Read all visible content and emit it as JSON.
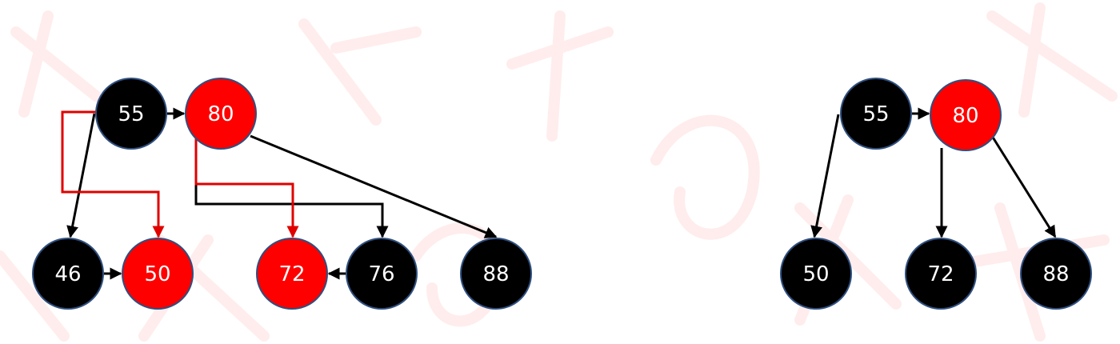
{
  "colors": {
    "node_black": "#000000",
    "node_red": "#ff0000",
    "node_stroke": "#2f4f7f",
    "edge_black": "#000000",
    "edge_red": "#e00000",
    "label": "#ffffff",
    "watermark": "#ff0000"
  },
  "left_tree": {
    "nodes": [
      {
        "id": "L55",
        "label": "55",
        "color": "black"
      },
      {
        "id": "L80",
        "label": "80",
        "color": "red"
      },
      {
        "id": "L46",
        "label": "46",
        "color": "black"
      },
      {
        "id": "L50",
        "label": "50",
        "color": "red"
      },
      {
        "id": "L72",
        "label": "72",
        "color": "red"
      },
      {
        "id": "L76",
        "label": "76",
        "color": "black"
      },
      {
        "id": "L88",
        "label": "88",
        "color": "black"
      }
    ],
    "edges": [
      {
        "from": "L55",
        "to": "L80",
        "color": "black"
      },
      {
        "from": "L46",
        "to": "L50",
        "color": "black"
      },
      {
        "from": "L76",
        "to": "L72",
        "color": "black"
      },
      {
        "from": "L55",
        "to": "L46",
        "color": "black"
      },
      {
        "from": "L80",
        "to": "L88",
        "color": "black"
      },
      {
        "from": "L80",
        "to": "L76",
        "color": "black"
      },
      {
        "from": "L55",
        "to": "L50",
        "color": "red"
      },
      {
        "from": "L80",
        "to": "L72",
        "color": "red"
      }
    ]
  },
  "right_tree": {
    "nodes": [
      {
        "id": "R55",
        "label": "55",
        "color": "black"
      },
      {
        "id": "R80",
        "label": "80",
        "color": "red"
      },
      {
        "id": "R50",
        "label": "50",
        "color": "black"
      },
      {
        "id": "R72",
        "label": "72",
        "color": "black"
      },
      {
        "id": "R88",
        "label": "88",
        "color": "black"
      }
    ],
    "edges": [
      {
        "from": "R55",
        "to": "R80",
        "color": "black"
      },
      {
        "from": "R55",
        "to": "R50",
        "color": "black"
      },
      {
        "from": "R80",
        "to": "R72",
        "color": "black"
      },
      {
        "from": "R80",
        "to": "R88",
        "color": "black"
      }
    ]
  }
}
